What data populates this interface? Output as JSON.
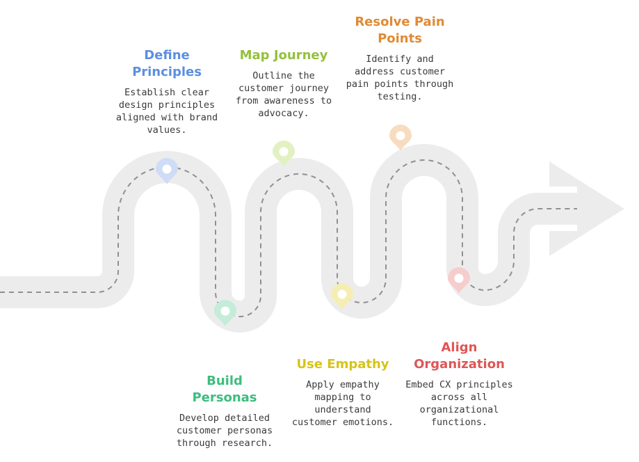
{
  "steps": [
    {
      "title": "Define Principles",
      "description": "Establish clear design principles aligned with brand values.",
      "color": "#5b8fe0",
      "pin_color": "#cfdcf6"
    },
    {
      "title": "Build Personas",
      "description": "Develop detailed customer personas through research.",
      "color": "#3dbd7d",
      "pin_color": "#c4ecd8"
    },
    {
      "title": "Map Journey",
      "description": "Outline the customer journey from awareness to advocacy.",
      "color": "#93c13a",
      "pin_color": "#e3f1c2"
    },
    {
      "title": "Use Empathy",
      "description": "Apply empathy mapping to understand customer emotions.",
      "color": "#d7c416",
      "pin_color": "#f5eeb3"
    },
    {
      "title": "Resolve Pain Points",
      "description": "Identify and address customer pain points through testing.",
      "color": "#e08a35",
      "pin_color": "#f8dcc0"
    },
    {
      "title": "Align Organization",
      "description": "Embed CX principles across all organizational functions.",
      "color": "#e05555",
      "pin_color": "#f6cdcd"
    }
  ],
  "road": {
    "road_color": "#ececec",
    "dash_color": "#8f8f8f",
    "marker_icon": "location-pin-icon",
    "end_icon": "arrow-head-icon"
  }
}
